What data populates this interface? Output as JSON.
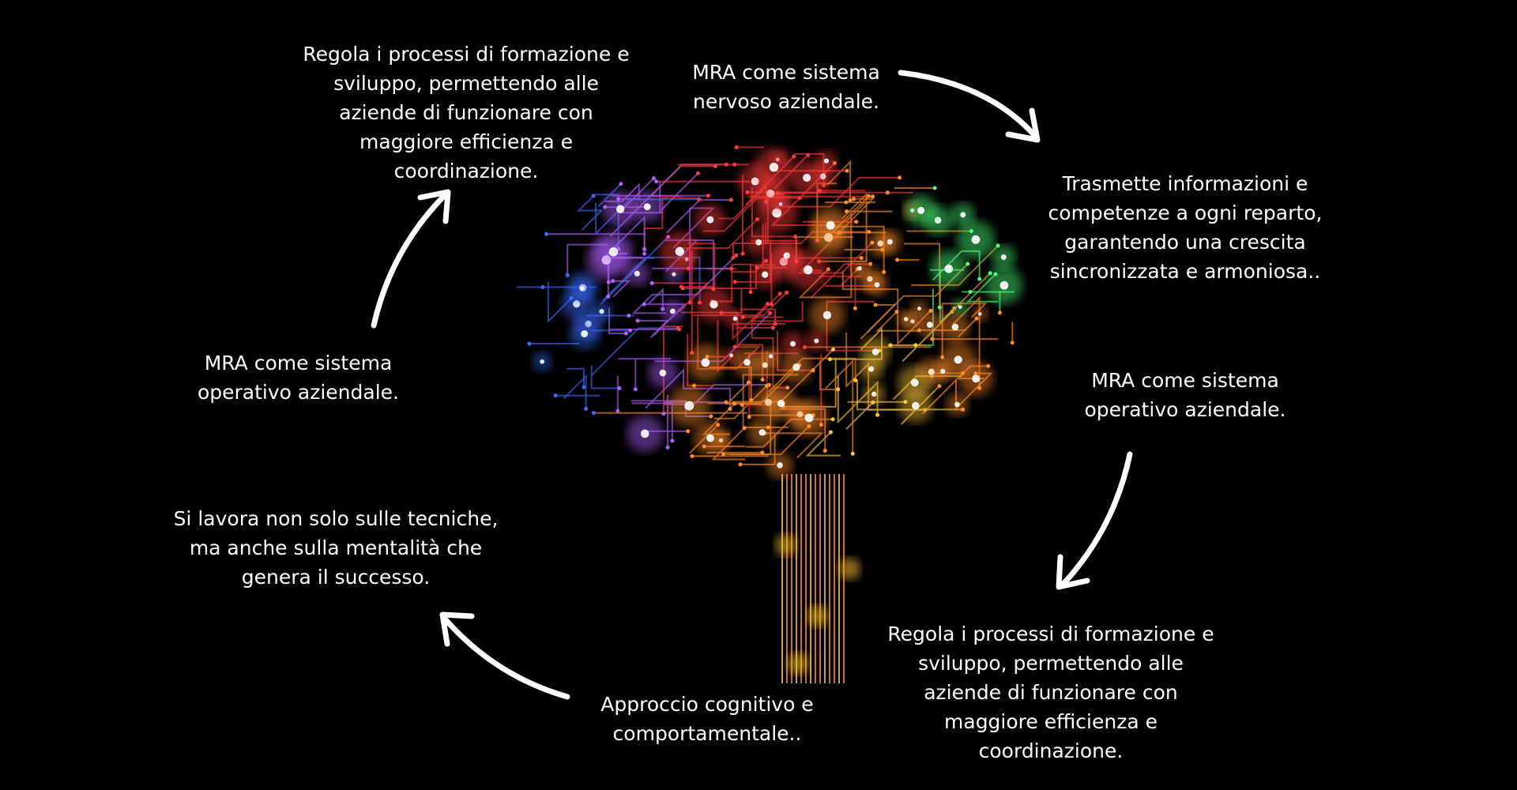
{
  "colors": {
    "background": "#000000",
    "text": "#ffffff",
    "arrow": "#ffffff",
    "glow_blue": "#3a6bff",
    "glow_violet": "#b060ff",
    "glow_red": "#ff3a3a",
    "glow_orange": "#ff8c2a",
    "glow_yellow": "#ffc83a",
    "glow_green": "#4cff7a"
  },
  "illustration": {
    "icon": "circuit-brain-icon"
  },
  "captions": {
    "top_left": "Regola i processi di formazione e\nsviluppo, permettendo alle\naziende di funzionare con\nmaggiore efficienza e\ncoordinazione.",
    "top_center": "MRA come sistema\nnervoso aziendale.",
    "right_upper": "Trasmette informazioni e\ncompetenze a ogni reparto,\ngarantendo una crescita\nsincronizzata e armoniosa..",
    "right_middle": "MRA come sistema\noperativo aziendale.",
    "bottom_right": "Regola i processi di formazione e\nsviluppo, permettendo alle\naziende di funzionare con\nmaggiore efficienza e\ncoordinazione.",
    "bottom_center": "Approccio cognitivo e\ncomportamentale..",
    "left_lower": "Si lavora non solo sulle tecniche,\nma anche sulla mentalità che\ngenera il successo.",
    "left_middle": "MRA come sistema\noperativo aziendale."
  }
}
